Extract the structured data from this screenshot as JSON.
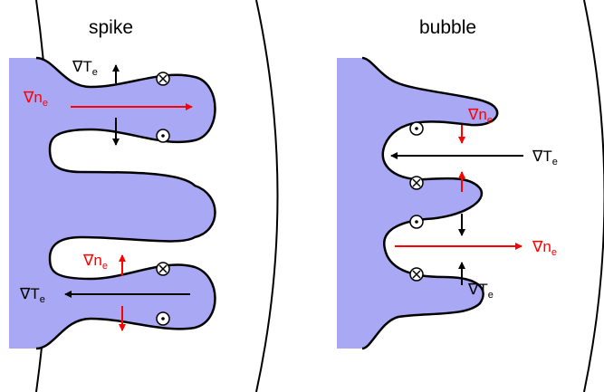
{
  "colors": {
    "fluid": "#a8a8f5",
    "outline": "#000000",
    "red_arrow": "#ff0000",
    "black_arrow": "#000000",
    "background": "#ffffff"
  },
  "left_panel": {
    "title": "spike",
    "labels": {
      "grad_te_top": {
        "main": "∇T",
        "sub": "e"
      },
      "grad_ne_top": {
        "main": "∇n",
        "sub": "e"
      },
      "grad_ne_bottom": {
        "main": "∇n",
        "sub": "e"
      },
      "grad_te_bottom": {
        "main": "∇T",
        "sub": "e"
      }
    },
    "markers": [
      "cross-marker",
      "dot-marker",
      "cross-marker",
      "dot-marker"
    ]
  },
  "right_panel": {
    "title": "bubble",
    "labels": {
      "grad_ne_top": {
        "main": "∇n",
        "sub": "e"
      },
      "grad_te_top": {
        "main": "∇T",
        "sub": "e"
      },
      "grad_ne_bottom": {
        "main": "∇n",
        "sub": "e"
      },
      "grad_te_bottom": {
        "main": "∇T",
        "sub": "e"
      }
    },
    "markers": [
      "dot-marker",
      "cross-marker",
      "dot-marker",
      "cross-marker"
    ]
  }
}
